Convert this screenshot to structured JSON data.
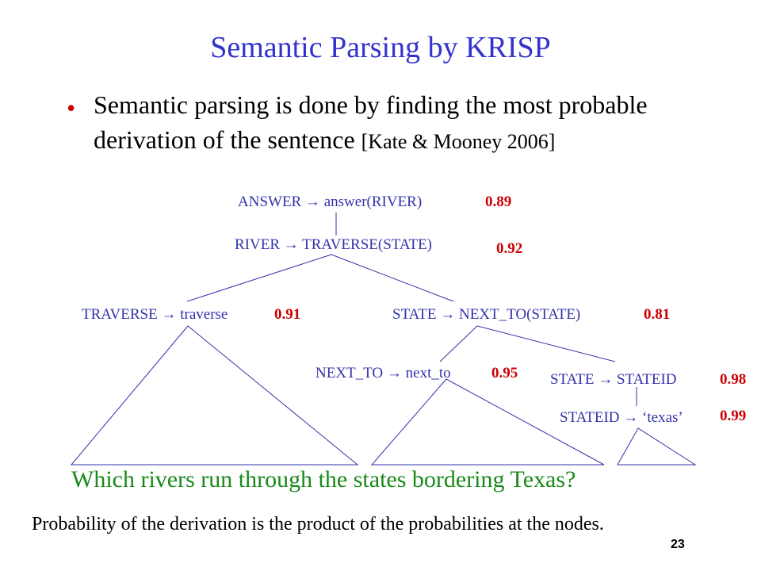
{
  "title": "Semantic Parsing by KRISP",
  "bullet": {
    "text": "Semantic parsing is done by finding the most probable derivation of the sentence ",
    "citation": "[Kate & Mooney 2006]"
  },
  "tree": {
    "nodes": [
      {
        "rule": "ANSWER → answer(RIVER)",
        "prob": "0.89"
      },
      {
        "rule": "RIVER → TRAVERSE(STATE)",
        "prob": "0.92"
      },
      {
        "rule": "TRAVERSE → traverse",
        "prob": "0.91"
      },
      {
        "rule": "STATE → NEXT_TO(STATE)",
        "prob": "0.81"
      },
      {
        "rule": "NEXT_TO → next_to",
        "prob": "0.95"
      },
      {
        "rule": "STATE → STATEID",
        "prob": "0.98"
      },
      {
        "rule": "STATEID → ‘texas’",
        "prob": "0.99"
      }
    ],
    "line_color": "#3333aa"
  },
  "sentence": "Which rivers run through the states bordering Texas?",
  "footnote": "Probability of the derivation  is the product of the probabilities at the nodes.",
  "page_number": "23",
  "colors": {
    "title": "#3333cc",
    "bullet": "#cc0000",
    "rule": "#3333aa",
    "prob": "#cc0000",
    "sentence": "#1a8a1a"
  }
}
